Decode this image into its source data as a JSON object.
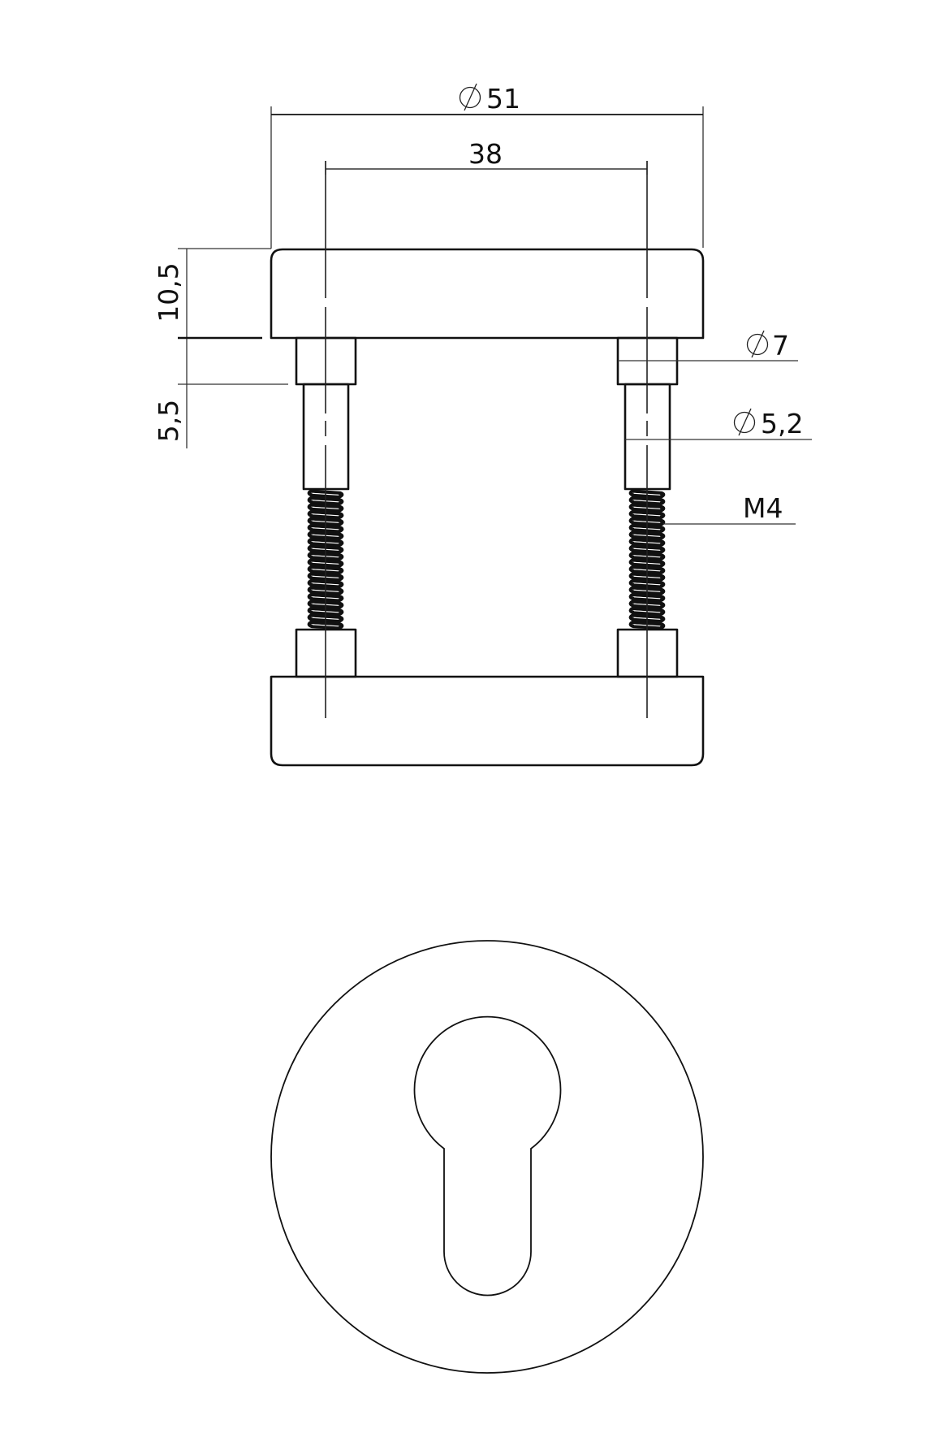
{
  "drawing": {
    "title": "Cylinder escutcheon rosette technical drawing",
    "views": [
      "side-view",
      "front-view"
    ],
    "stroke_color": "#111111",
    "background_color": "#ffffff"
  },
  "dimensions": {
    "outer_diameter": {
      "symbol": "⌀",
      "value": "51"
    },
    "screw_spacing": {
      "value": "38"
    },
    "rosette_height": {
      "value": "10,5"
    },
    "collar_height": {
      "value": "5,5"
    },
    "collar_diameter": {
      "symbol": "⌀",
      "value": "7"
    },
    "shaft_diameter": {
      "symbol": "⌀",
      "value": "5,2"
    },
    "thread": {
      "value": "M4"
    }
  }
}
